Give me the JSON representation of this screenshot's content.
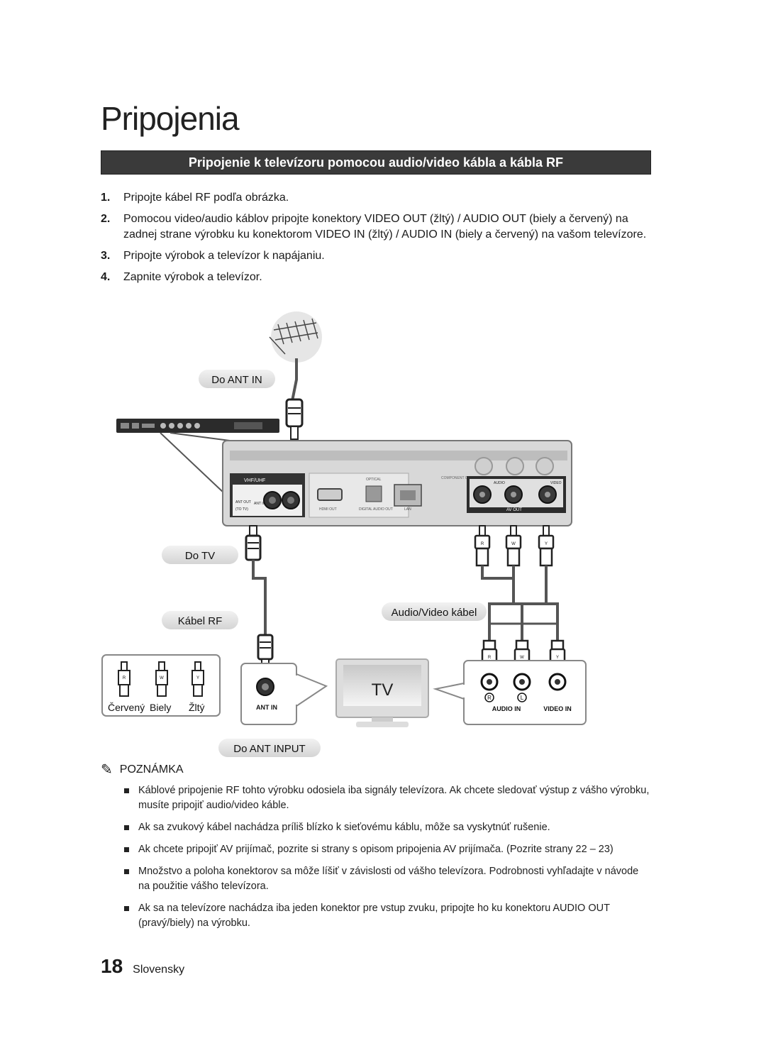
{
  "page": {
    "title": "Pripojenia",
    "section_title": "Pripojenie k televízoru pomocou audio/video kábla a kábla RF"
  },
  "steps": [
    {
      "num": "1.",
      "text": "Pripojte kábel RF podľa obrázka."
    },
    {
      "num": "2.",
      "text_a": "Pomocou video/audio káblov pripojte konektory ",
      "kw1": "VIDEO OUT (žltý) / AUDIO OUT (biely a červený)",
      "text_b": " na zadnej strane výrobku ku konektorom ",
      "kw2": "VIDEO IN (žltý) / AUDIO IN (biely a červený)",
      "text_c": " na vašom televízore."
    },
    {
      "num": "3.",
      "text": "Pripojte výrobok a televízor k napájaniu."
    },
    {
      "num": "4.",
      "text": "Zapnite výrobok a televízor."
    }
  ],
  "diagram": {
    "labels": {
      "to_ant_in": "Do ANT IN",
      "to_tv": "Do TV",
      "rf_cable": "Kábel RF",
      "av_cable": "Audio/Video kábel",
      "to_ant_input": "Do ANT INPUT",
      "tv_text": "TV"
    },
    "panel": {
      "vhf_uhf": "VHF/UHF",
      "ant_out": "ANT OUT",
      "to_tv_small": "(TO TV)",
      "ant_in_small": "ANT IN",
      "optical": "OPTICAL",
      "hdmi_out": "HDMI OUT",
      "digital_audio_out": "DIGITAL AUDIO OUT",
      "lan": "LAN",
      "component_out": "COMPONENT OUT",
      "audio": "AUDIO",
      "video": "VIDEO",
      "av_out": "AV OUT"
    },
    "plugs": {
      "r": "R",
      "w": "W",
      "y": "Y"
    },
    "legend": {
      "red": "Červený",
      "white": "Biely",
      "yellow": "Žltý"
    },
    "tv_panel": {
      "ant_in": "ANT IN",
      "audio_in": "AUDIO IN",
      "video_in": "VIDEO IN",
      "r_mark": "R",
      "l_mark": "L"
    }
  },
  "note": {
    "heading": "POZNÁMKA",
    "items": [
      {
        "text": "Káblové pripojenie RF tohto výrobku odosiela iba signály televízora. Ak chcete sledovať výstup z vášho výrobku, musíte pripojiť audio/video káble."
      },
      {
        "text": "Ak sa zvukový kábel nachádza príliš blízko k sieťovému káblu, môže sa vyskytnúť rušenie."
      },
      {
        "text": "Ak chcete pripojiť AV prijímač, pozrite si strany s opisom pripojenia AV prijímača. (Pozrite strany 22 – 23)"
      },
      {
        "text": "Množstvo a poloha konektorov sa môže líšiť v závislosti od vášho televízora. Podrobnosti vyhľadajte v návode na použitie vášho televízora."
      },
      {
        "text_a": "Ak sa na televízore nachádza iba jeden konektor pre vstup zvuku, pripojte ho ku konektoru ",
        "kw": "AUDIO OUT",
        "text_b": " (pravý/biely) na výrobku."
      }
    ]
  },
  "footer": {
    "page_number": "18",
    "language": "Slovensky"
  }
}
